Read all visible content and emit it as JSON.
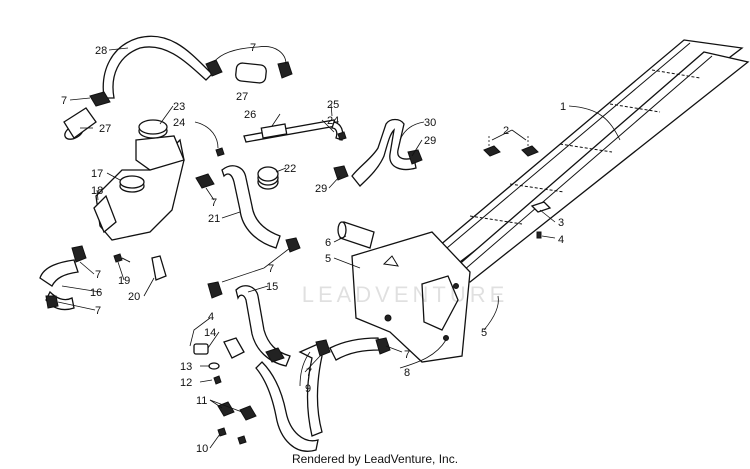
{
  "callouts": [
    {
      "id": "c-1",
      "text": "1"
    },
    {
      "id": "c-2",
      "text": "2"
    },
    {
      "id": "c-3",
      "text": "3"
    },
    {
      "id": "c-4a",
      "text": "4"
    },
    {
      "id": "c-4b",
      "text": "4"
    },
    {
      "id": "c-5a",
      "text": "5"
    },
    {
      "id": "c-5b",
      "text": "5"
    },
    {
      "id": "c-6",
      "text": "6"
    },
    {
      "id": "c-7a",
      "text": "7"
    },
    {
      "id": "c-7b",
      "text": "7"
    },
    {
      "id": "c-7c",
      "text": "7"
    },
    {
      "id": "c-7d",
      "text": "7"
    },
    {
      "id": "c-7e",
      "text": "7"
    },
    {
      "id": "c-7f",
      "text": "7"
    },
    {
      "id": "c-7g",
      "text": "7"
    },
    {
      "id": "c-7h",
      "text": "7"
    },
    {
      "id": "c-8",
      "text": "8"
    },
    {
      "id": "c-9",
      "text": "9"
    },
    {
      "id": "c-10",
      "text": "10"
    },
    {
      "id": "c-11",
      "text": "11"
    },
    {
      "id": "c-12",
      "text": "12"
    },
    {
      "id": "c-13",
      "text": "13"
    },
    {
      "id": "c-14",
      "text": "14"
    },
    {
      "id": "c-15",
      "text": "15"
    },
    {
      "id": "c-16",
      "text": "16"
    },
    {
      "id": "c-17",
      "text": "17"
    },
    {
      "id": "c-18",
      "text": "18"
    },
    {
      "id": "c-19",
      "text": "19"
    },
    {
      "id": "c-20",
      "text": "20"
    },
    {
      "id": "c-21",
      "text": "21"
    },
    {
      "id": "c-22",
      "text": "22"
    },
    {
      "id": "c-23",
      "text": "23"
    },
    {
      "id": "c-24a",
      "text": "24"
    },
    {
      "id": "c-24b",
      "text": "24"
    },
    {
      "id": "c-25",
      "text": "25"
    },
    {
      "id": "c-26",
      "text": "26"
    },
    {
      "id": "c-27a",
      "text": "27"
    },
    {
      "id": "c-27b",
      "text": "27"
    },
    {
      "id": "c-28",
      "text": "28"
    },
    {
      "id": "c-29a",
      "text": "29"
    },
    {
      "id": "c-29b",
      "text": "29"
    },
    {
      "id": "c-30",
      "text": "30"
    }
  ],
  "watermark": "LEADVENTURE",
  "footer": "Rendered by LeadVenture, Inc."
}
